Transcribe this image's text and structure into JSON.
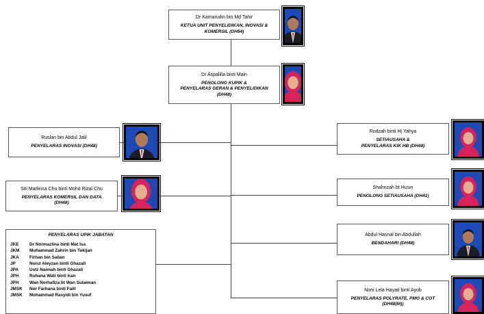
{
  "nodes": {
    "ketua": {
      "name": "Dr Kamarudin bin Md Tahir",
      "role_line1": "KETUA UNIT PENYELIDIKAN, INOVASI &",
      "role_line2": "KOMERSIL (DH54)",
      "photo_bg": "#1a49b8"
    },
    "penolong": {
      "name": "Dr Aspalilla binti Main",
      "role_line1": "PENOLONG KUPIK &",
      "role_line2": "PENYELARAS GERAN & PENYELIDIKAN",
      "role_line3": "(DH48)",
      "photo_bg": "#1a49b8"
    },
    "ruslan": {
      "name": "Ruslan bin Abdul Jalil",
      "role_line1": "PENYELARAS  INOVASI (DH48)",
      "photo_bg": "#1a49b8"
    },
    "siti": {
      "name": "Siti Marlinna Chu binti Mohd Rizal Chu",
      "role_line1": "PENYELARAS KOMERSIL DAN DATA",
      "role_line2": "(DH48)",
      "photo_bg": "#1a49b8"
    },
    "rodzah": {
      "name": "Rodzah binti Hj  Yahya",
      "role_line1": "SETIAUSAHA &",
      "role_line2": "PENYELARAS KIK HB (DH48)",
      "photo_bg": "#1a49b8"
    },
    "shahrizah": {
      "name": "Shahrizah bt Husin",
      "role_line1": "PENOLONG SETIAUSAHA (DH41)",
      "photo_bg": "#1a49b8"
    },
    "abdul": {
      "name": "Abdul Hasnal bin Abdullah",
      "role_line1": "BENDAHARI (DH48)",
      "photo_bg": "#1a49b8"
    },
    "noni": {
      "name": "Noni Lela Hayati binti Ayob",
      "role_line1": "PENYELARAS POLYRATE, PMO & COT",
      "role_line2": "(DH48(M))",
      "photo_bg": "#1a49b8"
    }
  },
  "upik": {
    "title": "PENYELARAS UPIK  JABATAN",
    "rows": [
      {
        "code": "JKE",
        "name": "Dr Normazlina binti Mat Isa"
      },
      {
        "code": "JKM",
        "name": "Muhammad Zahrin bin Tokijan"
      },
      {
        "code": "JKA",
        "name": "Firhan bin Salian"
      },
      {
        "code": "JP",
        "name": "Norul Aleyzan binti Ghazali"
      },
      {
        "code": "JPA",
        "name": "Ustz Naimah binti Ghazali"
      },
      {
        "code": "JPH",
        "name": "Ruhana Wati binti Iran"
      },
      {
        "code": "JPH",
        "name": "Wan Norhafiza bt Wan Sulaiman"
      },
      {
        "code": "JMSK",
        "name": "Nor Farhana binti  Falil"
      },
      {
        "code": "JMSK",
        "name": "Mohammad Rasyidi bin Yusuf"
      }
    ]
  }
}
